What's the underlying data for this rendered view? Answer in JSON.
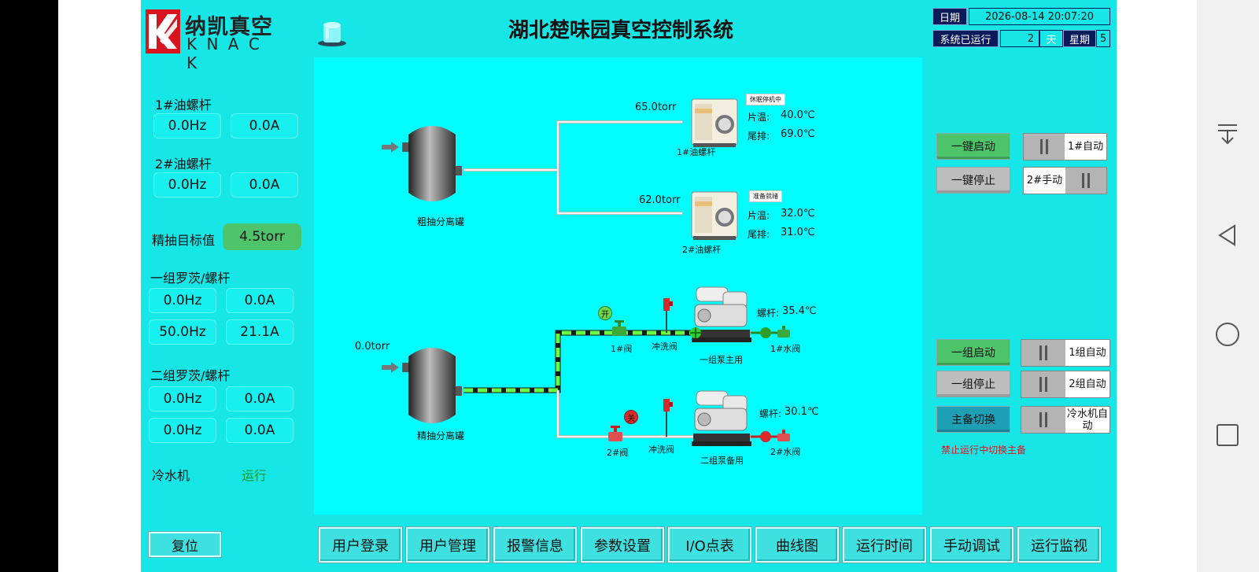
{
  "header": {
    "title": "湖北楚味园真空控制系统",
    "logo_brand_cn": "纳凯真空",
    "logo_brand_en": "K N A C K",
    "date_label": "日期",
    "datetime": "2026-08-14 20:07:20",
    "run_label": "系统已运行",
    "run_days": "2",
    "day_unit": "天",
    "week_label": "星期",
    "weekday": "5"
  },
  "left": {
    "oil1_title": "1#油螺杆",
    "oil1_hz": "0.0Hz",
    "oil1_a": "0.0A",
    "oil2_title": "2#油螺杆",
    "oil2_hz": "0.0Hz",
    "oil2_a": "0.0A",
    "target_label": "精抽目标值",
    "target_value": "4.5torr",
    "group1_title": "一组罗茨/螺杆",
    "g1_roots_hz": "0.0Hz",
    "g1_roots_a": "0.0A",
    "g1_screw_hz": "50.0Hz",
    "g1_screw_a": "21.1A",
    "group2_title": "二组罗茨/螺杆",
    "g2_roots_hz": "0.0Hz",
    "g2_roots_a": "0.0A",
    "g2_screw_hz": "0.0Hz",
    "g2_screw_a": "0.0A",
    "chiller_label": "冷水机",
    "chiller_status": "运行",
    "reset_label": "复位"
  },
  "diagram": {
    "rough_tank_label": "粗抽分离罐",
    "fine_tank_label": "精抽分离罐",
    "fine_pressure": "0.0torr",
    "pump1": {
      "name": "1#油螺杆",
      "pressure": "65.0torr",
      "status": "休眠停机中",
      "temp_label": "片温:",
      "temp": "40.0℃",
      "exhaust_label": "尾排:",
      "exhaust": "69.0℃"
    },
    "pump2": {
      "name": "2#油螺杆",
      "pressure": "62.0torr",
      "status": "准备就绪",
      "temp_label": "片温:",
      "temp": "32.0℃",
      "exhaust_label": "尾排:",
      "exhaust": "31.0℃"
    },
    "line1": {
      "valve_label": "1#阀",
      "valve_state": "开",
      "flush_label": "冲洗阀",
      "set_label": "一组泵主用",
      "water_label": "1#水阀",
      "screw_temp_label": "螺杆:",
      "screw_temp": "35.4℃"
    },
    "line2": {
      "valve_label": "2#阀",
      "valve_state": "关",
      "flush_label": "冲洗阀",
      "set_label": "二组泵备用",
      "water_label": "2#水阀",
      "screw_temp_label": "螺杆:",
      "screw_temp": "30.1℃"
    },
    "colors": {
      "pipe_active": "#33dd33",
      "pipe_idle": "#e8e8e8",
      "valve_open": "#2aa02a",
      "valve_closed": "#d82a2a"
    }
  },
  "right": {
    "start_all": "一键启动",
    "stop_all": "一键停止",
    "sw1_label": "1#自动",
    "sw2_label": "2#手动",
    "group_start": "一组启动",
    "group_stop": "一组停止",
    "switchover": "主备切换",
    "sw_g1": "1组自动",
    "sw_g2": "2组自动",
    "sw_chiller": "冷水机自动",
    "warning": "禁止运行中切换主备"
  },
  "nav": [
    "用户登录",
    "用户管理",
    "报警信息",
    "参数设置",
    "I/O点表",
    "曲线图",
    "运行时间",
    "手动调试",
    "运行监视"
  ]
}
